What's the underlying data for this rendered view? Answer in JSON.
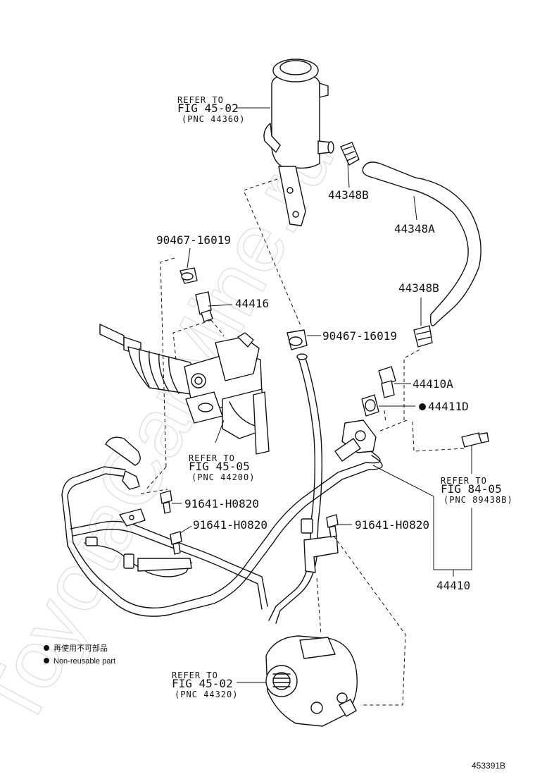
{
  "diagram": {
    "watermark": "ToyotaCarMine.ru",
    "figure_id": "453391B",
    "legend": {
      "line1": "再使用不可部品",
      "line2": "Non-reusable part"
    },
    "refers": [
      {
        "line1": "REFER TO",
        "line2": "FIG 45-02",
        "line3": "(PNC 44360)"
      },
      {
        "line1": "REFER TO",
        "line2": "FIG 45-05",
        "line3": "(PNC 44200)"
      },
      {
        "line1": "REFER TO",
        "line2": "FIG 84-05",
        "line3": "(PNC 89438B)"
      },
      {
        "line1": "REFER TO",
        "line2": "FIG 45-02",
        "line3": "(PNC 44320)"
      }
    ],
    "labels": {
      "p44348B_a": "44348B",
      "p44348A": "44348A",
      "p44348B_b": "44348B",
      "p90467_a": "90467-16019",
      "p44416": "44416",
      "p90467_b": "90467-16019",
      "p44410A": "44410A",
      "p44411D": "44411D",
      "p91641_a": "91641-H0820",
      "p91641_b": "91641-H0820",
      "p91641_c": "91641-H0820",
      "p44410": "44410"
    }
  }
}
